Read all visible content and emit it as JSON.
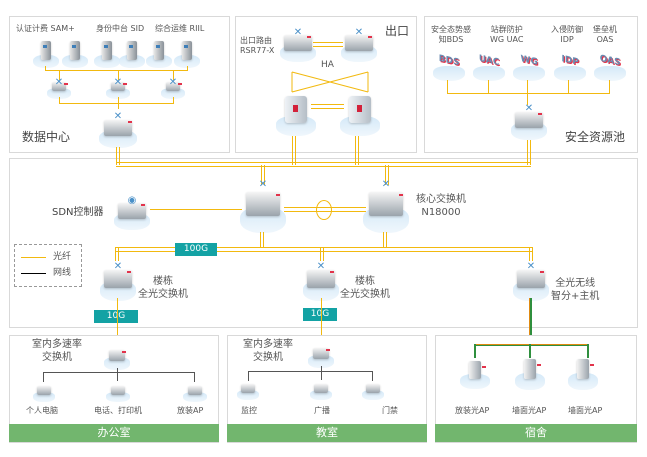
{
  "zones": {
    "datacenter": {
      "title": "数据中心",
      "servers": [
        {
          "label": "认证计费 SAM+"
        },
        {
          "label": "身份中台 SID"
        },
        {
          "label": "综合运维 RIIL"
        }
      ]
    },
    "egress": {
      "title": "出口",
      "router_label_1": "出口路由",
      "router_label_2": "RSR77-X",
      "ha_label": "HA"
    },
    "security": {
      "title": "安全资源池",
      "devices": [
        {
          "line1": "安全态势感",
          "line2": "知BDS",
          "glyph": "BDS"
        },
        {
          "line1": "站群防护",
          "line2": "WG UAC",
          "glyph": "UAC"
        },
        {
          "line1": "",
          "line2": "",
          "glyph": "WG"
        },
        {
          "line1": "入侵防御",
          "line2": "IDP",
          "glyph": "IDP"
        },
        {
          "line1": "堡垒机",
          "line2": "OAS",
          "glyph": "OAS"
        }
      ]
    },
    "core": {
      "sdn_label": "SDN控制器",
      "core_label_1": "核心交换机",
      "core_label_2": "N18000",
      "uplink_badge": "100G",
      "building_switch_1": {
        "line1": "楼栋",
        "line2": "全光交换机",
        "badge": "10G"
      },
      "building_switch_2": {
        "line1": "楼栋",
        "line2": "全光交换机",
        "badge": "10G"
      },
      "wireless_host": {
        "line1": "全光无线",
        "line2": "智分+主机"
      }
    },
    "legend": {
      "fiber_label": "光纤",
      "cable_label": "网线",
      "fiber_color": "#f2b90f",
      "cable_color": "#000000"
    },
    "office": {
      "title": "办公室",
      "switch_line1": "室内多速率",
      "switch_line2": "交换机",
      "endpoints": [
        "个人电脑",
        "电话、打印机",
        "放装AP"
      ]
    },
    "classroom": {
      "title": "教室",
      "switch_line1": "室内多速率",
      "switch_line2": "交换机",
      "endpoints": [
        "监控",
        "广播",
        "门禁"
      ]
    },
    "dorm": {
      "title": "宿舍",
      "endpoints": [
        "放装光AP",
        "墙面光AP",
        "墙面光AP"
      ]
    }
  },
  "colors": {
    "fiber": "#f2b90f",
    "badge": "#13a2a4",
    "footer": "#72b66e",
    "accent_red": "#e2334b"
  }
}
